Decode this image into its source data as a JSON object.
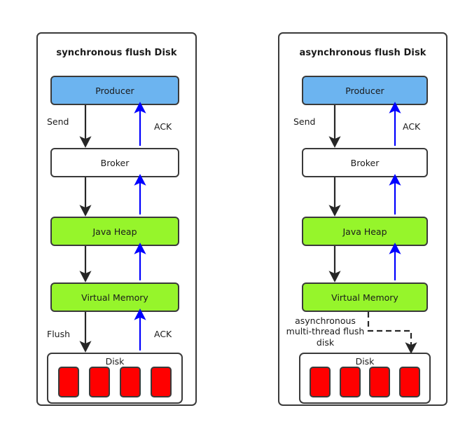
{
  "diagram": {
    "title_left": "synchronous flush Disk",
    "title_right": "asynchronous flush Disk",
    "colors": {
      "producer": "#6CB4F0",
      "broker": "#FFFFFF",
      "memory": "#96F52B",
      "disk_cell": "#FF0000",
      "stroke": "#3A3A3A",
      "ack_arrow": "#0000FF",
      "flow_arrow": "#262626"
    }
  },
  "panels": [
    {
      "id": "synchronous",
      "title": "synchronous flush Disk",
      "nodes": [
        {
          "key": "producer",
          "label": "Producer"
        },
        {
          "key": "broker",
          "label": "Broker"
        },
        {
          "key": "heap",
          "label": "Java Heap"
        },
        {
          "key": "vmem",
          "label": "Virtual Memory"
        },
        {
          "key": "disk",
          "label": "Disk"
        }
      ],
      "disk_cells": 4,
      "edge_labels": {
        "send": "Send",
        "ack_top": "ACK",
        "flush": "Flush",
        "ack_bottom": "ACK"
      }
    },
    {
      "id": "asynchronous",
      "title": "asynchronous flush Disk",
      "nodes": [
        {
          "key": "producer",
          "label": "Producer"
        },
        {
          "key": "broker",
          "label": "Broker"
        },
        {
          "key": "heap",
          "label": "Java Heap"
        },
        {
          "key": "vmem",
          "label": "Virtual Memory"
        },
        {
          "key": "disk",
          "label": "Disk"
        }
      ],
      "disk_cells": 4,
      "edge_labels": {
        "send": "Send",
        "ack_top": "ACK",
        "async_flush": "asynchronous multi-thread flush disk"
      }
    }
  ]
}
